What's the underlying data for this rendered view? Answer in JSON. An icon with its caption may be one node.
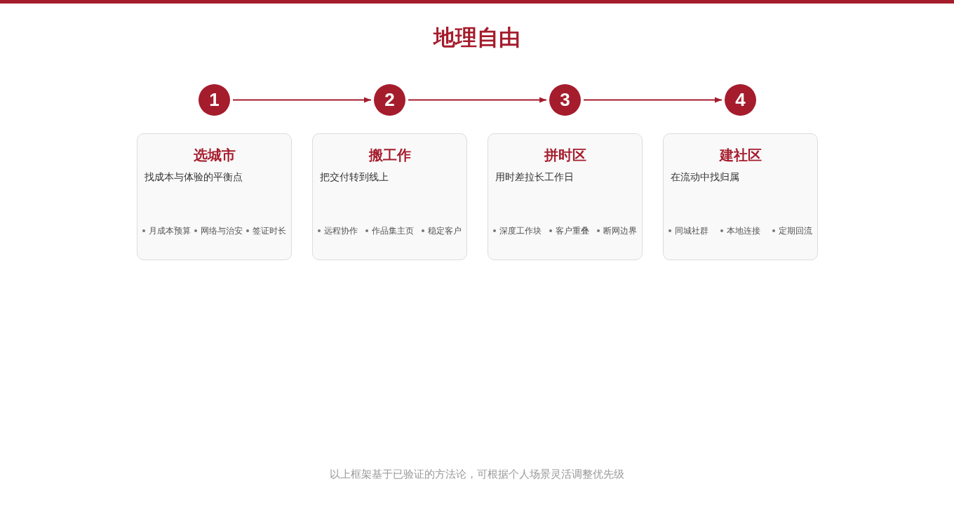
{
  "diagram": {
    "title": "地理自由",
    "caption": "以上框架基于已验证的方法论，可根据个人场景灵活调整优先级",
    "nodes": [
      {
        "text": [
          "1"
        ]
      },
      {
        "text": [
          "2"
        ]
      },
      {
        "text": [
          "3"
        ]
      },
      {
        "text": [
          "4"
        ]
      },
      {
        "text": [
          "选城市",
          "找成本与体验的平衡点",
          "月成本预算",
          "网络与治安",
          "签证时长"
        ]
      },
      {
        "text": [
          "搬工作",
          "把交付转到线上",
          "远程协作",
          "作品集主页",
          "稳定客户"
        ]
      },
      {
        "text": [
          "拼时区",
          "用时差拉长工作日",
          "深度工作块",
          "客户重叠",
          "断网边界"
        ]
      },
      {
        "text": [
          "建社区",
          "在流动中找归属",
          "同城社群",
          "本地连接",
          "定期回流"
        ]
      }
    ],
    "edges": [
      {
        "from": 0,
        "to": 1,
        "arrow": "to"
      },
      {
        "from": 1,
        "to": 2,
        "arrow": "to"
      },
      {
        "from": 2,
        "to": 3,
        "arrow": "to"
      }
    ]
  }
}
